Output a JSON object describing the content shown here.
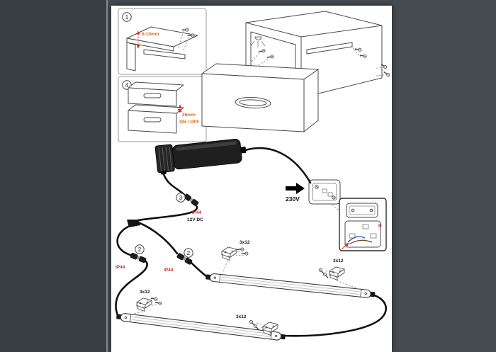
{
  "viewer": {
    "background_left": "#3a3f45",
    "background_right": "#464b51",
    "divider_color": "#868d95",
    "page_color": "#ffffff"
  },
  "figure": {
    "steps": [
      {
        "number": "1",
        "measurement": "6-10mm"
      },
      {
        "number": "4",
        "measurement": "26mm",
        "switch_label": "ON / OFF"
      }
    ],
    "power": {
      "voltage_label": "230V",
      "dc_output_label": "12V DC",
      "wiring_neutral_label": "N"
    },
    "connectors": [
      {
        "number": "3",
        "rating": "IP44"
      },
      {
        "number": "2",
        "rating": "IP44"
      },
      {
        "number": "2",
        "rating": "IP44"
      }
    ],
    "screw_size_labels": [
      "3x12",
      "3x12",
      "3x12",
      "3x12"
    ],
    "colors": {
      "accent_red": "#d8281c",
      "accent_orange": "#e4650a",
      "cable_black": "#101010",
      "line_gray": "#4a4a4a"
    }
  }
}
